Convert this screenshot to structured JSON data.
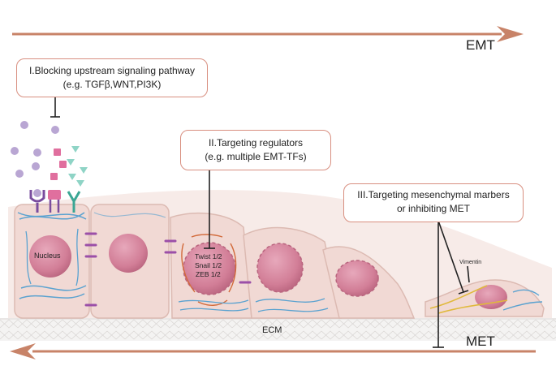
{
  "arrows": {
    "top_label": "EMT",
    "bottom_label": "MET",
    "color": "#c88368"
  },
  "callouts": [
    {
      "line1": "I.Blocking upstream signaling pathway",
      "line2": "(e.g. TGFβ,WNT,PI3K)"
    },
    {
      "line1": "II.Targeting regulators",
      "line2": "(e.g. multiple EMT-TFs)"
    },
    {
      "line1": "III.Targeting mesenchymal marbers",
      "line2": "or inhibiting MET"
    }
  ],
  "labels": {
    "nucleus": "Nucleus",
    "tf_lines": [
      "Twist 1/2",
      "Snail 1/2",
      "ZEB 1/2"
    ],
    "vimentin": "Vimentin",
    "ecm": "ECM"
  },
  "colors": {
    "cell_fill": "#f1d9d4",
    "cell_stroke": "#dcbab2",
    "nucleus": "#d27e97",
    "junction": "#9b4fa8",
    "filament": "#5aa2d0",
    "callout_border": "#d88f80",
    "inhibitor_line": "#222222"
  }
}
